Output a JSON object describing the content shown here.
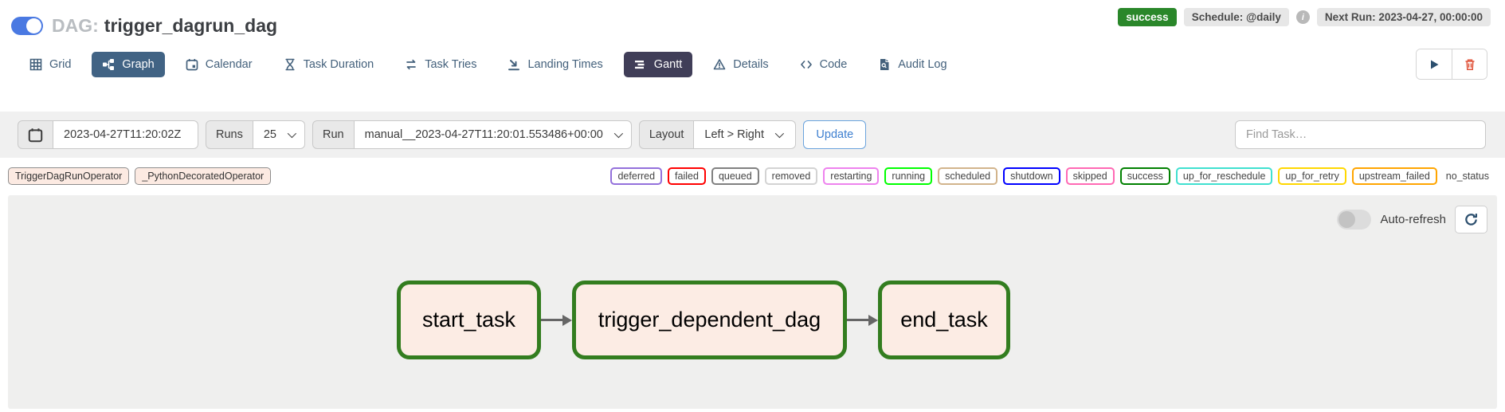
{
  "header": {
    "dag_prefix": "DAG:",
    "dag_name": "trigger_dagrun_dag",
    "dag_toggle_on": true,
    "status_badge": "success",
    "schedule_badge": "Schedule: @daily",
    "info_icon": "i",
    "next_run_badge": "Next Run: 2023-04-27, 00:00:00"
  },
  "tabs": [
    {
      "label": "Grid",
      "icon": "grid-icon",
      "active": false
    },
    {
      "label": "Graph",
      "icon": "graph-icon",
      "active": true
    },
    {
      "label": "Calendar",
      "icon": "calendar-icon",
      "active": false
    },
    {
      "label": "Task Duration",
      "icon": "hourglass-icon",
      "active": false
    },
    {
      "label": "Task Tries",
      "icon": "repeat-icon",
      "active": false
    },
    {
      "label": "Landing Times",
      "icon": "plane-landing-icon",
      "active": false
    },
    {
      "label": "Gantt",
      "icon": "gantt-icon",
      "active": true
    },
    {
      "label": "Details",
      "icon": "warning-triangle-icon",
      "active": false
    },
    {
      "label": "Code",
      "icon": "code-icon",
      "active": false
    },
    {
      "label": "Audit Log",
      "icon": "file-search-icon",
      "active": false
    }
  ],
  "filters": {
    "date_value": "2023-04-27T11:20:02Z",
    "runs_label": "Runs",
    "runs_value": "25",
    "run_label": "Run",
    "run_value": "manual__2023-04-27T11:20:01.553486+00:00",
    "layout_label": "Layout",
    "layout_value": "Left > Right",
    "update_label": "Update",
    "find_task_placeholder": "Find Task…"
  },
  "legend": {
    "operators": [
      {
        "label": "TriggerDagRunOperator",
        "fill": "#fceae2"
      },
      {
        "label": "_PythonDecoratedOperator",
        "fill": "#fceae2"
      }
    ],
    "statuses": [
      {
        "label": "deferred",
        "color": "mediumpurple"
      },
      {
        "label": "failed",
        "color": "red"
      },
      {
        "label": "queued",
        "color": "gray"
      },
      {
        "label": "removed",
        "color": "lightgrey"
      },
      {
        "label": "restarting",
        "color": "violet"
      },
      {
        "label": "running",
        "color": "lime"
      },
      {
        "label": "scheduled",
        "color": "tan"
      },
      {
        "label": "shutdown",
        "color": "blue"
      },
      {
        "label": "skipped",
        "color": "hotpink"
      },
      {
        "label": "success",
        "color": "green"
      },
      {
        "label": "up_for_reschedule",
        "color": "turquoise"
      },
      {
        "label": "up_for_retry",
        "color": "gold"
      },
      {
        "label": "upstream_failed",
        "color": "orange"
      },
      {
        "label": "no_status",
        "color": "none"
      }
    ]
  },
  "graph": {
    "auto_refresh_label": "Auto-refresh",
    "auto_refresh_on": false,
    "nodes": [
      {
        "label": "start_task"
      },
      {
        "label": "trigger_dependent_dag"
      },
      {
        "label": "end_task"
      }
    ],
    "node_border_color": "#337d1f",
    "node_fill_color": "#fcece4"
  },
  "colors": {
    "toggle_blue": "#4a79e2",
    "active_tab_blue": "#416384",
    "active_tab_gantt": "#403e58",
    "success_green": "#2a872a",
    "update_blue": "#3f80d0",
    "trash_red": "#e0533a",
    "panel_gray": "#efefee"
  }
}
